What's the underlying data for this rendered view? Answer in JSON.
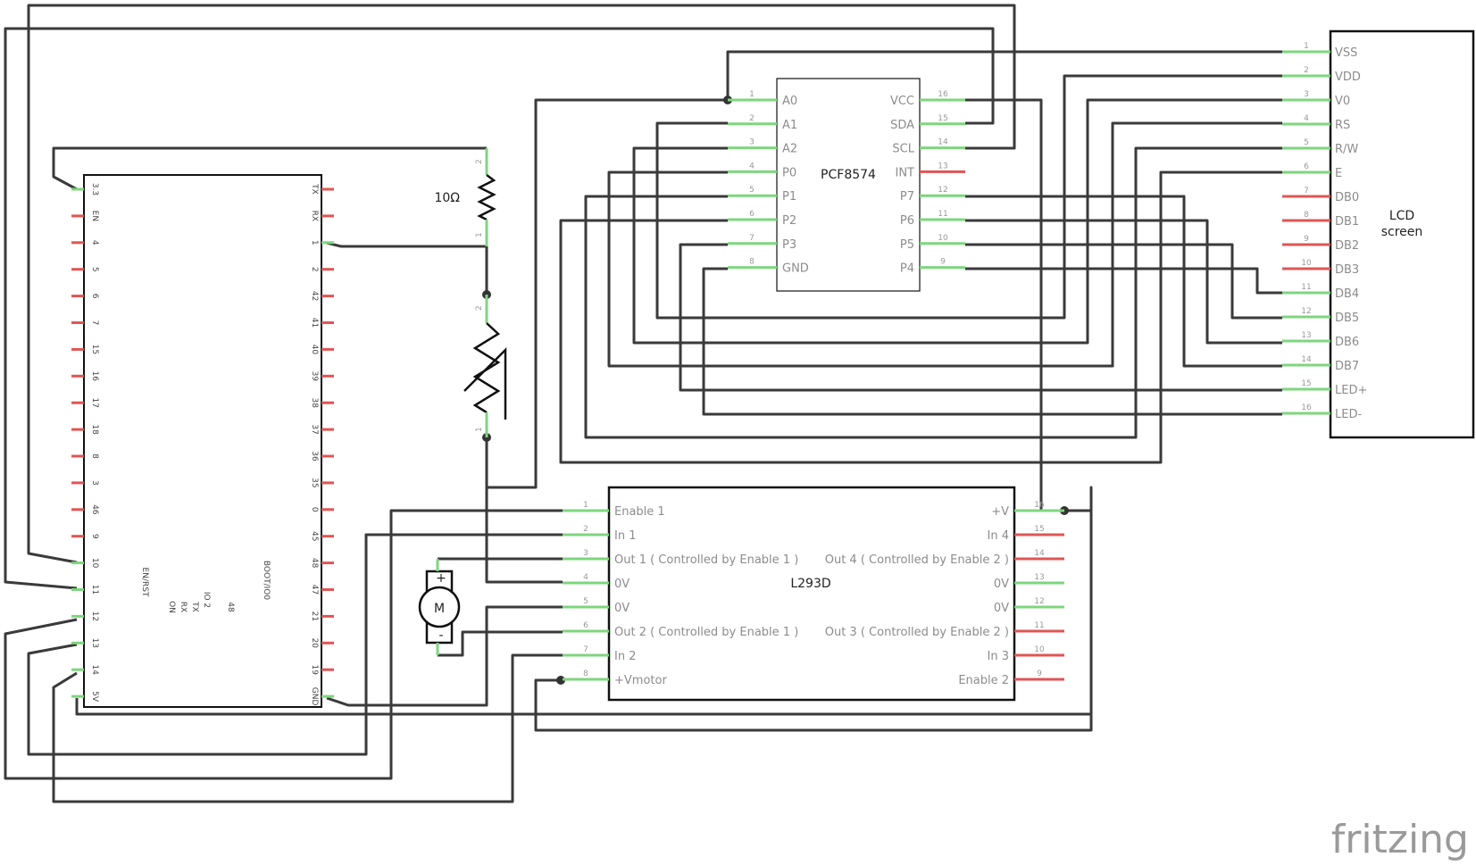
{
  "components": {
    "pcf": {
      "name": "PCF8574",
      "left_pins": [
        {
          "num": "1",
          "label": "A0"
        },
        {
          "num": "2",
          "label": "A1"
        },
        {
          "num": "3",
          "label": "A2"
        },
        {
          "num": "4",
          "label": "P0"
        },
        {
          "num": "5",
          "label": "P1"
        },
        {
          "num": "6",
          "label": "P2"
        },
        {
          "num": "7",
          "label": "P3"
        },
        {
          "num": "8",
          "label": "GND"
        }
      ],
      "right_pins": [
        {
          "num": "16",
          "label": "VCC",
          "state": "connected"
        },
        {
          "num": "15",
          "label": "SDA",
          "state": "connected"
        },
        {
          "num": "14",
          "label": "SCL",
          "state": "connected"
        },
        {
          "num": "13",
          "label": "INT",
          "state": "open"
        },
        {
          "num": "12",
          "label": "P7",
          "state": "connected"
        },
        {
          "num": "11",
          "label": "P6",
          "state": "connected"
        },
        {
          "num": "10",
          "label": "P5",
          "state": "connected"
        },
        {
          "num": "9",
          "label": "P4",
          "state": "connected"
        }
      ]
    },
    "lcd": {
      "name_line1": "LCD",
      "name_line2": "screen",
      "pins": [
        {
          "num": "1",
          "label": "VSS",
          "state": "connected"
        },
        {
          "num": "2",
          "label": "VDD",
          "state": "connected"
        },
        {
          "num": "3",
          "label": "V0",
          "state": "connected"
        },
        {
          "num": "4",
          "label": "RS",
          "state": "connected"
        },
        {
          "num": "5",
          "label": "R/W",
          "state": "connected"
        },
        {
          "num": "6",
          "label": "E",
          "state": "connected"
        },
        {
          "num": "7",
          "label": "DB0",
          "state": "open"
        },
        {
          "num": "8",
          "label": "DB1",
          "state": "open"
        },
        {
          "num": "9",
          "label": "DB2",
          "state": "open"
        },
        {
          "num": "10",
          "label": "DB3",
          "state": "open"
        },
        {
          "num": "11",
          "label": "DB4",
          "state": "connected"
        },
        {
          "num": "12",
          "label": "DB5",
          "state": "connected"
        },
        {
          "num": "13",
          "label": "DB6",
          "state": "connected"
        },
        {
          "num": "14",
          "label": "DB7",
          "state": "connected"
        },
        {
          "num": "15",
          "label": "LED+",
          "state": "connected"
        },
        {
          "num": "16",
          "label": "LED-",
          "state": "connected"
        }
      ]
    },
    "l293d": {
      "name": "L293D",
      "left_pins": [
        {
          "num": "1",
          "label": "Enable 1"
        },
        {
          "num": "2",
          "label": "In 1"
        },
        {
          "num": "3",
          "label": "Out 1 ( Controlled by Enable 1 )"
        },
        {
          "num": "4",
          "label": "0V"
        },
        {
          "num": "5",
          "label": "0V"
        },
        {
          "num": "6",
          "label": "Out 2 ( Controlled by Enable 1 )"
        },
        {
          "num": "7",
          "label": "In 2"
        },
        {
          "num": "8",
          "label": "+Vmotor"
        }
      ],
      "right_pins": [
        {
          "num": "16",
          "label": "+V",
          "state": "connected"
        },
        {
          "num": "15",
          "label": "In 4",
          "state": "open"
        },
        {
          "num": "14",
          "label": "Out 4 ( Controlled by Enable 2 )",
          "state": "open"
        },
        {
          "num": "13",
          "label": "0V",
          "state": "connected"
        },
        {
          "num": "12",
          "label": "0V",
          "state": "connected"
        },
        {
          "num": "11",
          "label": "Out 3 ( Controlled by Enable 2 )",
          "state": "open"
        },
        {
          "num": "10",
          "label": "In 3",
          "state": "open"
        },
        {
          "num": "9",
          "label": "Enable 2",
          "state": "open"
        }
      ]
    },
    "mcu": {
      "left_pins": [
        {
          "label": "3.3",
          "state": "connected"
        },
        {
          "label": "EN",
          "state": "open"
        },
        {
          "label": "4",
          "state": "open"
        },
        {
          "label": "5",
          "state": "open"
        },
        {
          "label": "6",
          "state": "open"
        },
        {
          "label": "7",
          "state": "open"
        },
        {
          "label": "15",
          "state": "open"
        },
        {
          "label": "16",
          "state": "open"
        },
        {
          "label": "17",
          "state": "open"
        },
        {
          "label": "18",
          "state": "open"
        },
        {
          "label": "8",
          "state": "open"
        },
        {
          "label": "3",
          "state": "open"
        },
        {
          "label": "46",
          "state": "open"
        },
        {
          "label": "9",
          "state": "open"
        },
        {
          "label": "10",
          "state": "connected"
        },
        {
          "label": "11",
          "state": "connected"
        },
        {
          "label": "12",
          "state": "connected"
        },
        {
          "label": "13",
          "state": "connected"
        },
        {
          "label": "14",
          "state": "connected"
        },
        {
          "label": "5V",
          "state": "connected"
        }
      ],
      "right_pins": [
        {
          "label": "TX",
          "state": "open"
        },
        {
          "label": "RX",
          "state": "open"
        },
        {
          "label": "1",
          "state": "connected"
        },
        {
          "label": "2",
          "state": "open"
        },
        {
          "label": "42",
          "state": "open"
        },
        {
          "label": "41",
          "state": "open"
        },
        {
          "label": "40",
          "state": "open"
        },
        {
          "label": "39",
          "state": "open"
        },
        {
          "label": "38",
          "state": "open"
        },
        {
          "label": "37",
          "state": "open"
        },
        {
          "label": "36",
          "state": "open"
        },
        {
          "label": "35",
          "state": "open"
        },
        {
          "label": "0",
          "state": "open"
        },
        {
          "label": "45",
          "state": "open"
        },
        {
          "label": "48",
          "state": "open"
        },
        {
          "label": "47",
          "state": "open"
        },
        {
          "label": "21",
          "state": "open"
        },
        {
          "label": "20",
          "state": "open"
        },
        {
          "label": "19",
          "state": "open"
        },
        {
          "label": "GND",
          "state": "connected"
        }
      ],
      "center_labels": [
        "EN/RST",
        "ON",
        "RX",
        "TX",
        "IO 2",
        "48",
        "BOOT/IO0"
      ]
    },
    "resistor": {
      "value": "10Ω",
      "pin_top": "2",
      "pin_bottom": "1"
    },
    "potentiometer": {
      "pin_top": "2",
      "pin_bottom": "1"
    },
    "motor": {
      "symbol": "M",
      "plus": "+",
      "minus": "-"
    }
  },
  "watermark": "fritzing",
  "colors": {
    "wire": "#3a3a3a",
    "pin_connected": "#7ed67e",
    "pin_open": "#e05555",
    "chip_outline": "#111111"
  }
}
